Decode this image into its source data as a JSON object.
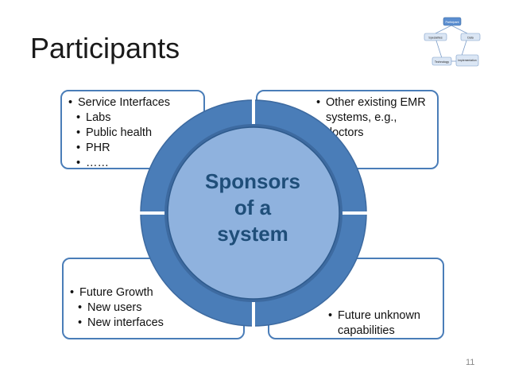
{
  "slide": {
    "title": "Participants",
    "page_number": "11"
  },
  "center": {
    "lines": [
      "Sponsors",
      "of a",
      "system"
    ]
  },
  "boxes": {
    "top_left": {
      "items": [
        {
          "text": "Service Interfaces",
          "level": 1
        },
        {
          "text": "Labs",
          "level": 2
        },
        {
          "text": "Public health",
          "level": 2
        },
        {
          "text": "PHR",
          "level": 2
        },
        {
          "text": "……",
          "level": 2
        }
      ]
    },
    "top_right": {
      "items": [
        {
          "text": "Other existing EMR systems, e.g., doctors",
          "level": 1
        }
      ]
    },
    "bottom_left": {
      "items": [
        {
          "text": "Future Growth",
          "level": 1
        },
        {
          "text": "New users",
          "level": 2
        },
        {
          "text": "New interfaces",
          "level": 2
        }
      ]
    },
    "bottom_right": {
      "items": [
        {
          "text": "Future unknown capabilities",
          "level": 1
        }
      ]
    }
  },
  "mini_diagram": {
    "nodes": [
      "Participant",
      "Specialties",
      "Data",
      "Technology",
      "Implementation"
    ]
  },
  "colors": {
    "ring": "#4a7db8",
    "ring_dark": "#3d6aa0",
    "inner": "#8fb2de",
    "center_text": "#1f4e79"
  }
}
